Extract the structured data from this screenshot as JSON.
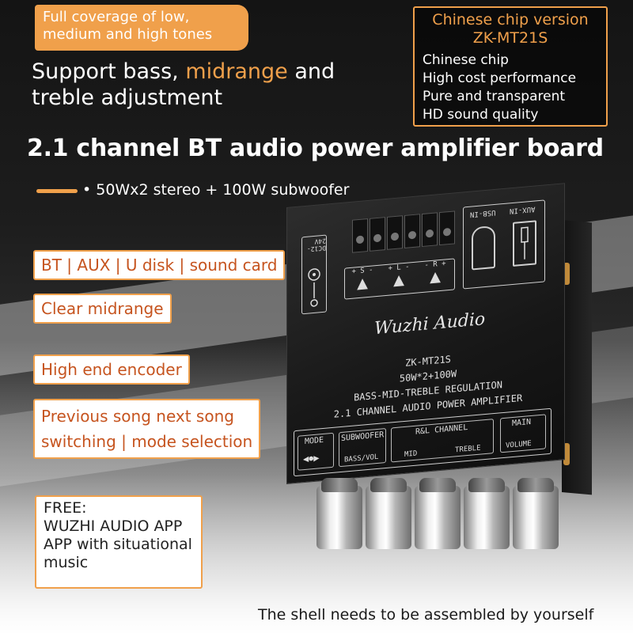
{
  "banner": {
    "tag_line1": "Full coverage of low,",
    "tag_line2": "medium and high tones",
    "headline_prefix": "Support bass, ",
    "headline_highlight": "midrange",
    "headline_suffix": " and",
    "headline_line2": "treble adjustment"
  },
  "chip_box": {
    "title_line1": "Chinese chip version",
    "title_line2": "ZK-MT21S",
    "features": [
      "Chinese chip",
      "High cost performance",
      "Pure and transparent",
      "HD sound quality"
    ]
  },
  "title": "2.1 channel BT audio power amplifier board",
  "subtitle": "• 50Wx2 stereo + 100W subwoofer",
  "features": [
    "BT | AUX | U disk | sound card",
    "Clear midrange",
    "High end encoder",
    "Previous song next song",
    "switching | mode selection"
  ],
  "free_box": {
    "line1": "FREE:",
    "line2": "WUZHI AUDIO APP",
    "line3": "APP with situational",
    "line4": "music"
  },
  "footer_note": "The shell needs to be assembled by yourself",
  "board": {
    "brand": "Wuzhi Audio",
    "model": "ZK-MT21S",
    "power": "50W*2+100W",
    "regulation": "BASS-MID-TREBLE REGULATION",
    "description": "2.1 CHANNEL AUDIO POWER AMPLIFIER",
    "dc_label": "DC12-24V",
    "usb_label": "USB-IN",
    "aux_label": "AUX-IN",
    "spk_s": "+ S -",
    "spk_l": "+ L -",
    "spk_r": "- R +",
    "ctrl_mode": "MODE",
    "ctrl_subwoofer": "SUBWOOFER",
    "ctrl_bass_vol": "BASS/VOL",
    "ctrl_rl_channel": "R&L CHANNEL",
    "ctrl_mid": "MID",
    "ctrl_treble": "TREBLE",
    "ctrl_main": "MAIN",
    "ctrl_volume": "VOLUME"
  },
  "colors": {
    "accent": "#f0a04b",
    "feature_text": "#c6541f",
    "board": "#171717"
  }
}
